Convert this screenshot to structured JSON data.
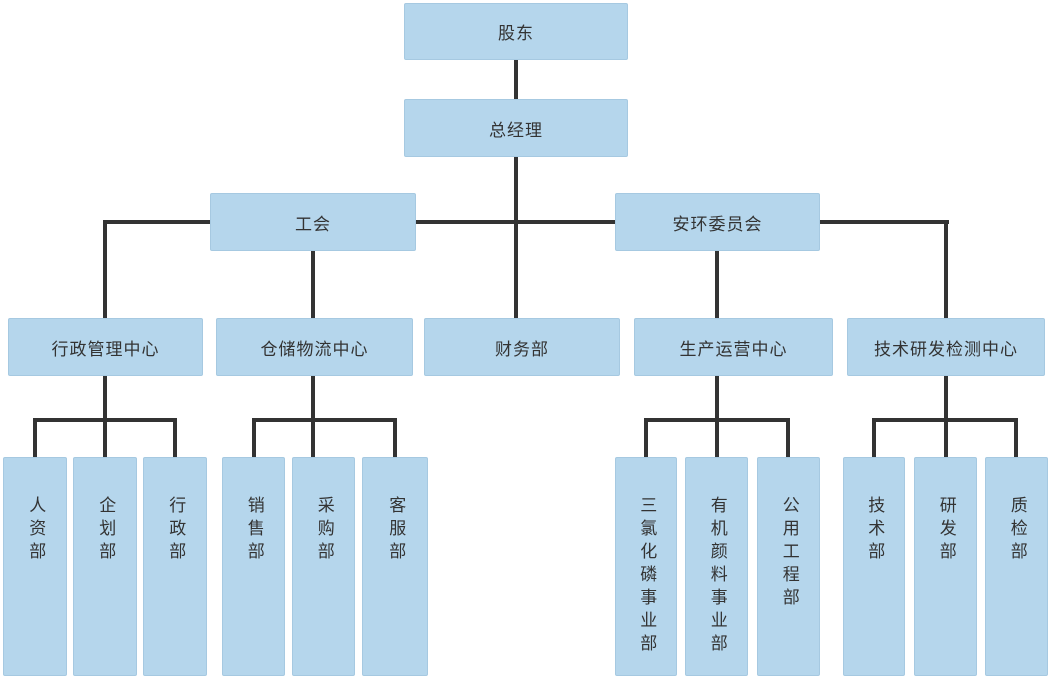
{
  "diagram_title": "company-organization-chart",
  "colors": {
    "box_fill": "#b5d6ec",
    "box_border": "#a6c9e1",
    "connector_line": "#333333",
    "text": "#333333",
    "background": "#ffffff"
  },
  "nodes": {
    "shareholders": "股东",
    "general_manager": "总经理",
    "labor_union": "工会",
    "safety_env_committee": "安环委员会",
    "admin_management_center": "行政管理中心",
    "warehouse_logistics_center": "仓储物流中心",
    "finance_dept": "财务部",
    "production_operations_center": "生产运营中心",
    "tech_rd_testing_center": "技术研发检测中心",
    "hr_dept": "人资部",
    "planning_dept": "企划部",
    "admin_dept": "行政部",
    "sales_dept": "销售部",
    "purchasing_dept": "采购部",
    "customer_service_dept": "客服部",
    "pcl3_division": "三氯化磷事业部",
    "organic_pigment_division": "有机颜料事业部",
    "utility_engineering_dept": "公用工程部",
    "technology_dept": "技术部",
    "rd_dept": "研发部",
    "quality_inspection_dept": "质检部"
  },
  "hierarchy": [
    {
      "parent": "股东",
      "children": [
        "总经理"
      ]
    },
    {
      "parent": "总经理",
      "children": [
        "工会",
        "安环委员会",
        "行政管理中心",
        "仓储物流中心",
        "财务部",
        "生产运营中心",
        "技术研发检测中心"
      ]
    },
    {
      "parent": "工会",
      "children": [
        "仓储物流中心"
      ]
    },
    {
      "parent": "安环委员会",
      "children": [
        "生产运营中心"
      ]
    },
    {
      "parent": "行政管理中心",
      "children": [
        "人资部",
        "企划部",
        "行政部"
      ]
    },
    {
      "parent": "仓储物流中心",
      "children": [
        "销售部",
        "采购部",
        "客服部"
      ]
    },
    {
      "parent": "生产运营中心",
      "children": [
        "三氯化磷事业部",
        "有机颜料事业部",
        "公用工程部"
      ]
    },
    {
      "parent": "技术研发检测中心",
      "children": [
        "技术部",
        "研发部",
        "质检部"
      ]
    }
  ]
}
